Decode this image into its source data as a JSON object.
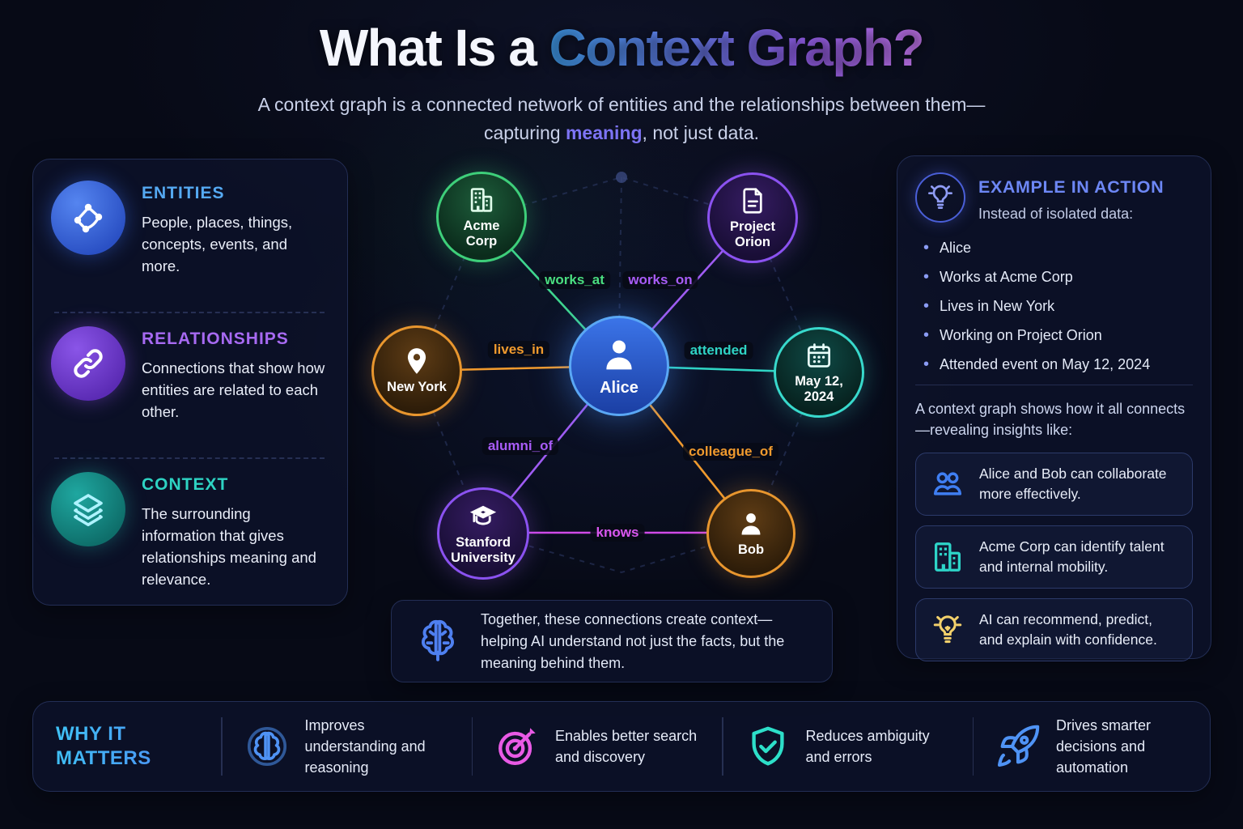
{
  "header": {
    "title_prefix": "What Is a ",
    "title_highlight": "Context Graph?",
    "subtitle_line1": "A context graph is a connected network of entities and the relationships between them—",
    "subtitle2_prefix": "capturing ",
    "subtitle2_emphasis": "meaning",
    "subtitle2_suffix": ", not just data."
  },
  "concepts": [
    {
      "title": "ENTITIES",
      "description": "People, places, things, concepts, events, and more.",
      "icon": "network-icon",
      "color": "#55a9f2"
    },
    {
      "title": "RELATIONSHIPS",
      "description": "Connections that show how entities are related to each other.",
      "icon": "link-icon",
      "color": "#a76af2"
    },
    {
      "title": "CONTEXT",
      "description": "The surrounding information that gives relationships meaning and relevance.",
      "icon": "layers-icon",
      "color": "#2ed3c3"
    }
  ],
  "graph": {
    "nodes": [
      {
        "id": "acme",
        "label": "Acme Corp",
        "icon": "building-icon",
        "color": "#3ecf7a"
      },
      {
        "id": "orion",
        "label": "Project Orion",
        "icon": "document-icon",
        "color": "#8b52f0"
      },
      {
        "id": "newyork",
        "label": "New York",
        "icon": "location-pin-icon",
        "color": "#e8962e"
      },
      {
        "id": "alice",
        "label": "Alice",
        "icon": "person-icon",
        "color": "#5aa7f5"
      },
      {
        "id": "may",
        "label": "May 12, 2024",
        "icon": "calendar-icon",
        "color": "#38d9cc"
      },
      {
        "id": "stanford",
        "label": "Stanford University",
        "icon": "graduation-cap-icon",
        "color": "#8b52f0"
      },
      {
        "id": "bob",
        "label": "Bob",
        "icon": "person-icon",
        "color": "#e8962e"
      }
    ],
    "edges": [
      {
        "from": "alice",
        "to": "acme",
        "label": "works_at",
        "color": "#4ade80"
      },
      {
        "from": "alice",
        "to": "orion",
        "label": "works_on",
        "color": "#a85cf7"
      },
      {
        "from": "alice",
        "to": "newyork",
        "label": "lives_in",
        "color": "#f09a2e"
      },
      {
        "from": "alice",
        "to": "may",
        "label": "attended",
        "color": "#2fd4c4"
      },
      {
        "from": "alice",
        "to": "stanford",
        "label": "alumni_of",
        "color": "#a85cf7"
      },
      {
        "from": "alice",
        "to": "bob",
        "label": "colleague_of",
        "color": "#f09a2e"
      },
      {
        "from": "stanford",
        "to": "bob",
        "label": "knows",
        "color": "#d957ef"
      }
    ]
  },
  "summary_note": {
    "icon": "brain-icon",
    "text": "Together, these connections create context—helping AI understand not just the facts, but the meaning behind them."
  },
  "example_panel": {
    "icon": "lightbulb-icon",
    "title": "EXAMPLE IN ACTION",
    "intro": "Instead of isolated data:",
    "bullets": [
      "Alice",
      "Works at Acme Corp",
      "Lives in New York",
      "Working on Project Orion",
      "Attended event on May 12, 2024"
    ],
    "insights_intro": "A context graph shows how it all connects—revealing insights like:",
    "insights": [
      {
        "icon": "people-icon",
        "color": "#3f7ef2",
        "text": "Alice and Bob can collaborate more effectively."
      },
      {
        "icon": "building-icon",
        "color": "#2dd4c8",
        "text": "Acme Corp can identify talent and internal mobility."
      },
      {
        "icon": "lightbulb-icon",
        "color": "#f2d06b",
        "text": "AI can recommend, predict, and explain with confidence."
      }
    ]
  },
  "footer": {
    "title": "WHY IT MATTERS",
    "items": [
      {
        "icon": "brain-icon",
        "color": "#4f93f5",
        "text": "Improves understanding and reasoning"
      },
      {
        "icon": "target-icon",
        "color": "#e95ae5",
        "text": "Enables better search and discovery"
      },
      {
        "icon": "shield-check-icon",
        "color": "#2ddfc9",
        "text": "Reduces ambiguity and errors"
      },
      {
        "icon": "rocket-icon",
        "color": "#4f93f5",
        "text": "Drives smarter decisions and automation"
      }
    ]
  }
}
